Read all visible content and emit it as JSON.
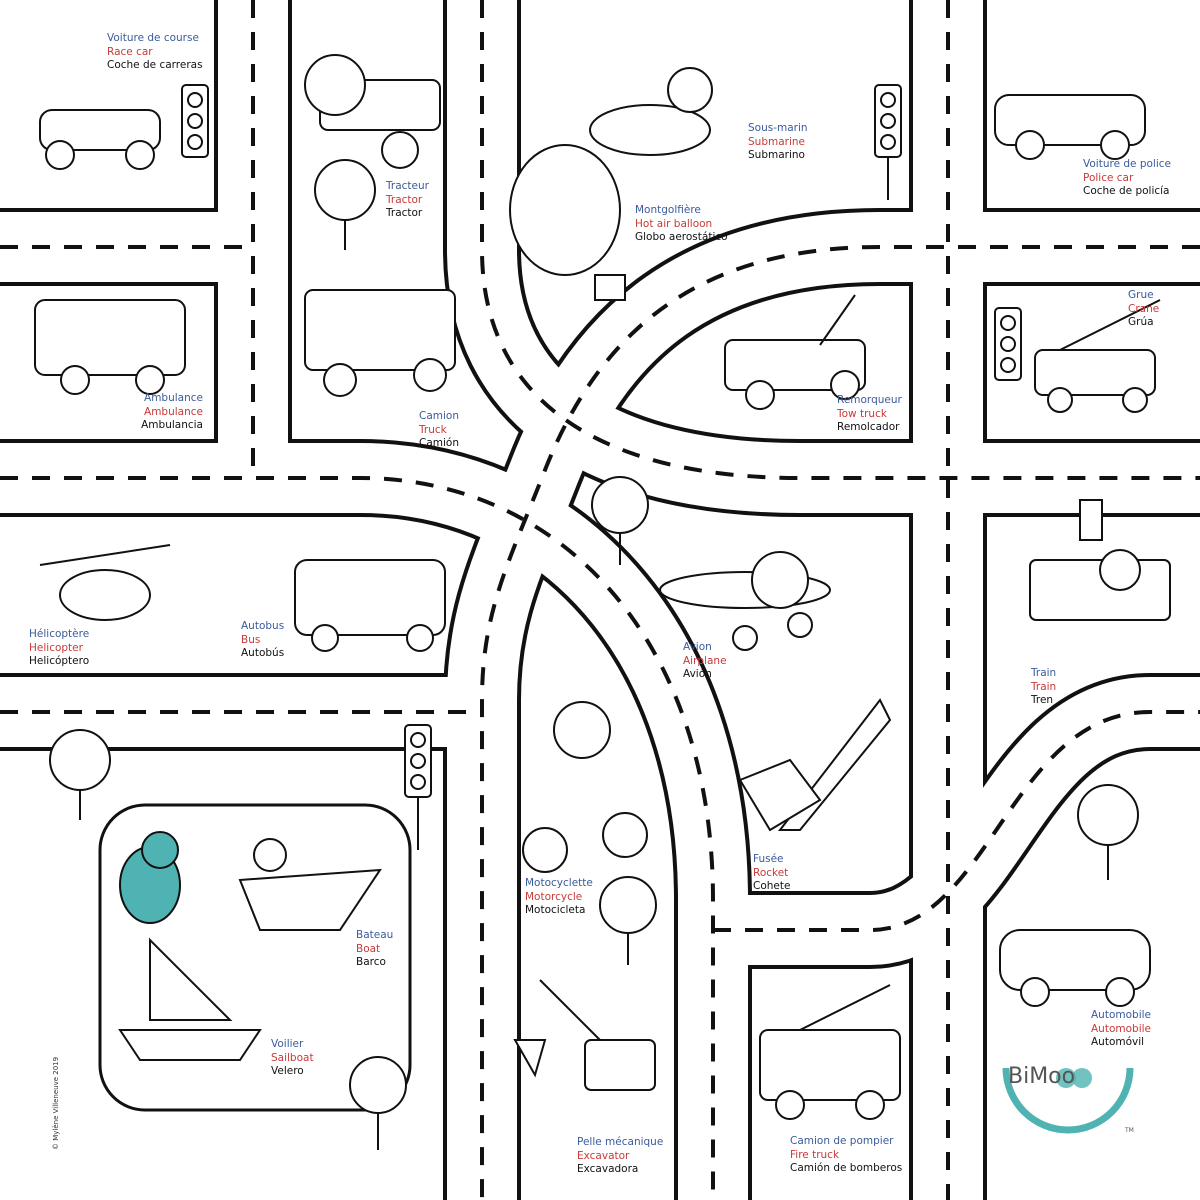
{
  "labels": [
    {
      "id": "race-car",
      "fr": "Voiture de course",
      "en": "Race car",
      "es": "Coche de carreras"
    },
    {
      "id": "tractor",
      "fr": "Tracteur",
      "en": "Tractor",
      "es": "Tractor"
    },
    {
      "id": "submarine",
      "fr": "Sous-marin",
      "en": "Submarine",
      "es": "Submarino"
    },
    {
      "id": "police-car",
      "fr": "Voiture de police",
      "en": "Police car",
      "es": "Coche de policía"
    },
    {
      "id": "hot-air-balloon",
      "fr": "Montgolfière",
      "en": "Hot air balloon",
      "es": "Globo aerostático"
    },
    {
      "id": "ambulance",
      "fr": "Ambulance",
      "en": "Ambulance",
      "es": "Ambulancia"
    },
    {
      "id": "truck",
      "fr": "Camion",
      "en": "Truck",
      "es": "Camión"
    },
    {
      "id": "tow-truck",
      "fr": "Remorqueur",
      "en": "Tow truck",
      "es": "Remolcador"
    },
    {
      "id": "crane",
      "fr": "Grue",
      "en": "Crane",
      "es": "Grúa"
    },
    {
      "id": "helicopter",
      "fr": "Hélicoptère",
      "en": "Helicopter",
      "es": "Helicóptero"
    },
    {
      "id": "bus",
      "fr": "Autobus",
      "en": "Bus",
      "es": "Autobús"
    },
    {
      "id": "airplane",
      "fr": "Avion",
      "en": "Airplane",
      "es": "Avión"
    },
    {
      "id": "train",
      "fr": "Train",
      "en": "Train",
      "es": "Tren"
    },
    {
      "id": "motorcycle",
      "fr": "Motocyclette",
      "en": "Motorcycle",
      "es": "Motocicleta"
    },
    {
      "id": "rocket",
      "fr": "Fusée",
      "en": "Rocket",
      "es": "Cohete"
    },
    {
      "id": "boat",
      "fr": "Bateau",
      "en": "Boat",
      "es": "Barco"
    },
    {
      "id": "sailboat",
      "fr": "Voilier",
      "en": "Sailboat",
      "es": "Velero"
    },
    {
      "id": "excavator",
      "fr": "Pelle mécanique",
      "en": "Excavator",
      "es": "Excavadora"
    },
    {
      "id": "fire-truck",
      "fr": "Camion de pompier",
      "en": "Fire truck",
      "es": "Camión de bomberos"
    },
    {
      "id": "automobile",
      "fr": "Automobile",
      "en": "Automobile",
      "es": "Automóvil"
    }
  ],
  "copyright": "© Mylène Villeneuve 2019",
  "logo": {
    "text": "BiMoo",
    "tm": "TM",
    "color": "#4fb3b3"
  },
  "colors": {
    "french": "#3b5b9b",
    "english": "#c83a3a",
    "spanish": "#111111",
    "road_edge": "#111111",
    "mascot": "#4fb3b3"
  }
}
